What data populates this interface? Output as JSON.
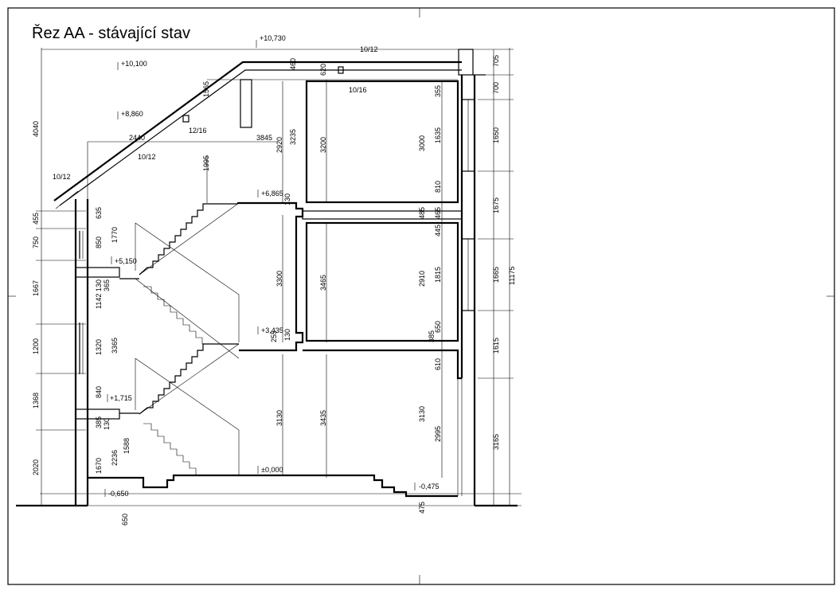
{
  "title": "Řez AA - stávající stav",
  "levels": [
    "+10,730",
    "+10,100",
    "+8,860",
    "+6,865",
    "+5,150",
    "+3,435",
    "+1,715",
    "±0,000",
    "-0,475",
    "-0,650"
  ],
  "profiles": [
    "10/12",
    "10/16",
    "12/16",
    "10/12",
    "10/12"
  ],
  "horizontal_dims": [
    "2440",
    "3845"
  ],
  "left_chain": [
    "4040",
    "455",
    "750",
    "1667",
    "1200",
    "1368",
    "2020"
  ],
  "stair_dims": [
    "635",
    "850",
    "1770",
    "130",
    "365",
    "1142",
    "1320",
    "3365",
    "840",
    "130",
    "385",
    "1670",
    "2236",
    "1588"
  ],
  "roof_dims": [
    "1565",
    "1995",
    "2920",
    "3235",
    "3200",
    "460",
    "620"
  ],
  "middle_dims": [
    "3300",
    "3465",
    "3130",
    "3435",
    "130",
    "130",
    "255"
  ],
  "room_dims": [
    "3000",
    "2910",
    "3130",
    "355",
    "1635",
    "810",
    "485",
    "445",
    "1815",
    "650",
    "610",
    "2995",
    "385",
    "465"
  ],
  "right_chain_a": [
    "705",
    "700",
    "1650",
    "1675",
    "1665",
    "1615",
    "3165"
  ],
  "right_chain_b": [
    "11175"
  ],
  "bottom_dims": [
    "650",
    "475"
  ]
}
